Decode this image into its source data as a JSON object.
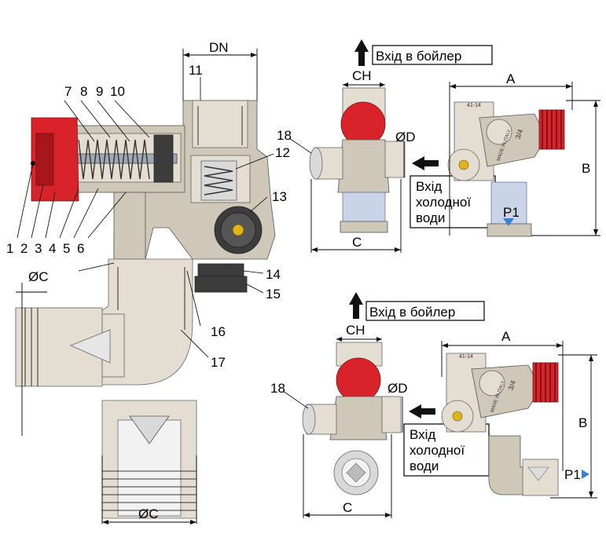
{
  "labels": {
    "dn": "DN",
    "n1": "1",
    "n2": "2",
    "n3": "3",
    "n4": "4",
    "n5": "5",
    "n6": "6",
    "n7": "7",
    "n8": "8",
    "n9": "9",
    "n10": "10",
    "n11": "11",
    "n12": "12",
    "n13": "13",
    "n14": "14",
    "n15": "15",
    "n16": "16",
    "n17": "17",
    "oc_top": "ØC",
    "oc_bottom": "ØC"
  },
  "view_top": {
    "boiler_label": "Вхід в бойлер",
    "ch": "CH",
    "od": "ØD",
    "n18": "18",
    "cold_line1": "Вхід",
    "cold_line2": "холодної",
    "cold_line3": "води",
    "a": "A",
    "b": "B",
    "c": "C",
    "p1": "P1",
    "code": "41-14",
    "size": "3/4",
    "made": "MADE IN ITALY"
  },
  "view_bottom": {
    "boiler_label": "Вхід в бойлер",
    "ch": "CH",
    "od": "ØD",
    "n18": "18",
    "cold_line1": "Вхід",
    "cold_line2": "холодної",
    "cold_line3": "води",
    "a": "A",
    "b": "B",
    "c": "C",
    "p1": "P1",
    "code": "41-14",
    "size": "3/4",
    "made": "MADE IN ITALY"
  },
  "colors": {
    "valve_red": "#d8232a",
    "brass": "#cfc7b8",
    "arrow_blue": "#3f7fd0"
  }
}
